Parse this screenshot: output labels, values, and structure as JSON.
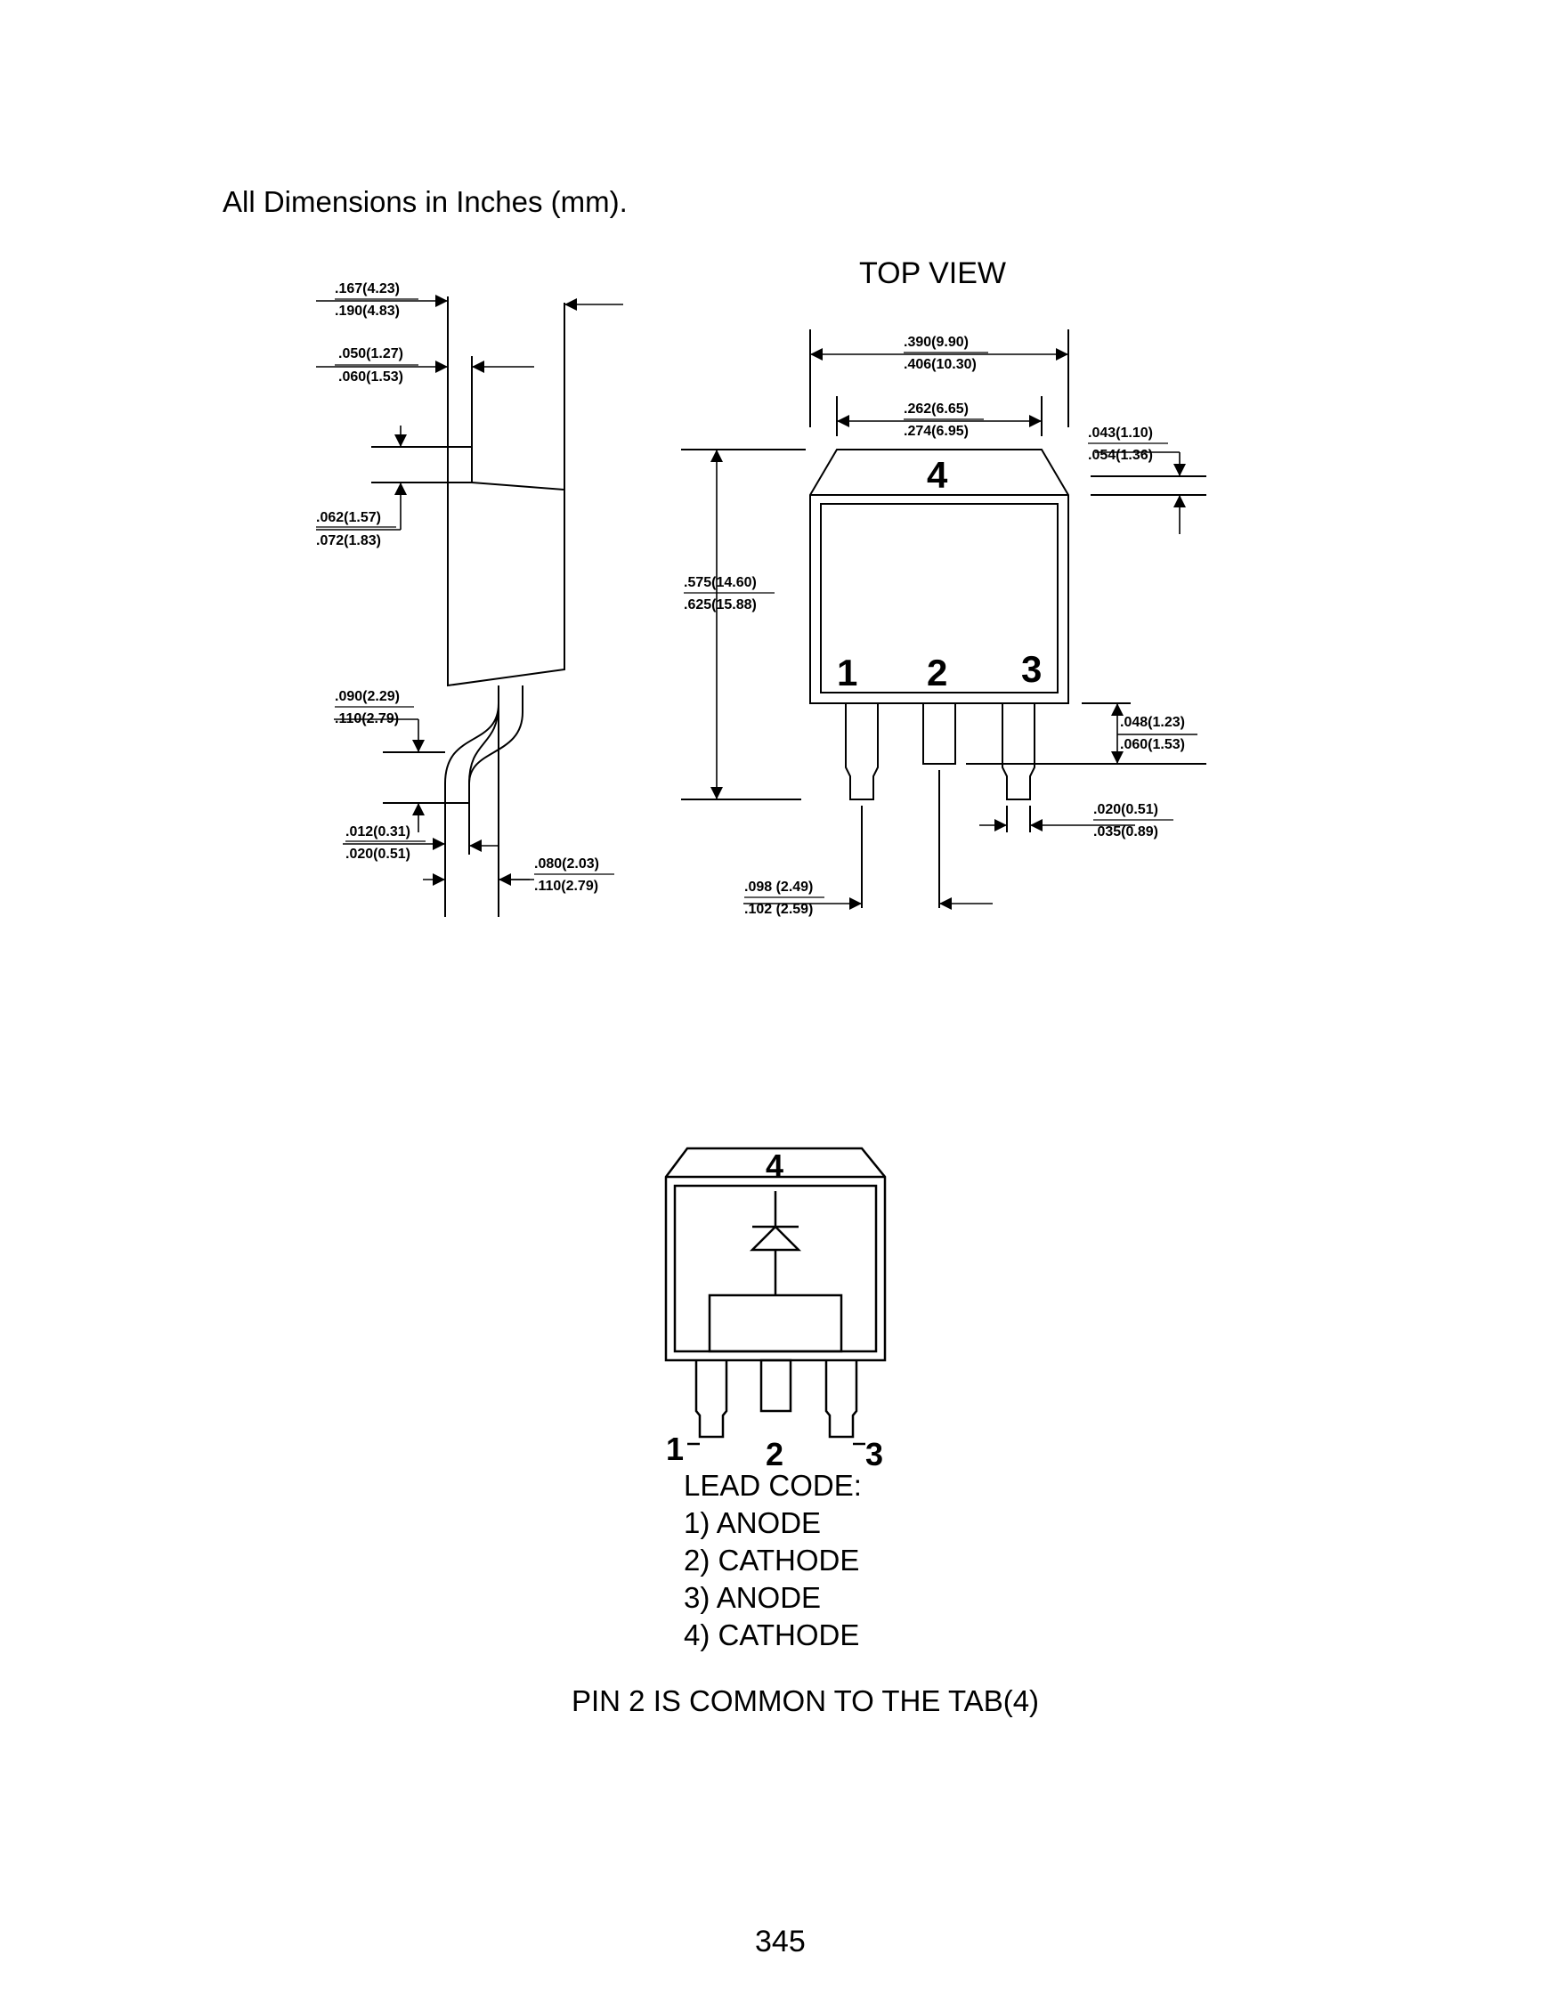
{
  "header": {
    "units_note": "All Dimensions in Inches (mm)."
  },
  "top_view": {
    "title": "TOP VIEW",
    "tab_label": "4",
    "pin_labels": [
      "1",
      "2",
      "3"
    ]
  },
  "side_view_dims": {
    "overall_thickness": [
      ".167(4.23)",
      ".190(4.83)"
    ],
    "tab_thickness": [
      ".050(1.27)",
      ".060(1.53)"
    ],
    "tab_step": [
      ".062(1.57)",
      ".072(1.83)"
    ],
    "lead_offset": [
      ".090(2.29)",
      ".110(2.79)"
    ],
    "lead_thickness": [
      ".012(0.31)",
      ".020(0.51)"
    ],
    "lead_foot": [
      ".080(2.03)",
      ".110(2.79)"
    ]
  },
  "top_view_dims": {
    "body_width": [
      ".390(9.90)",
      ".406(10.30)"
    ],
    "tab_width": [
      ".262(6.65)",
      ".274(6.95)"
    ],
    "tab_chamfer": [
      ".043(1.10)",
      ".054(1.36)"
    ],
    "overall_length": [
      ".575(14.60)",
      ".625(15.88)"
    ],
    "lead_shoulder": [
      ".048(1.23)",
      ".060(1.53)"
    ],
    "lead_width": [
      ".020(0.51)",
      ".035(0.89)"
    ],
    "lead_pitch": [
      ".098 (2.49)",
      ".102 (2.59)"
    ]
  },
  "schematic": {
    "tab_label": "4",
    "pin_labels": [
      "1",
      "2",
      "3"
    ]
  },
  "lead_code": {
    "title": "LEAD CODE:",
    "items": [
      "1) ANODE",
      "2) CATHODE",
      "3) ANODE",
      "4) CATHODE"
    ]
  },
  "note": "PIN 2 IS COMMON TO THE TAB(4)",
  "page_number": "345"
}
